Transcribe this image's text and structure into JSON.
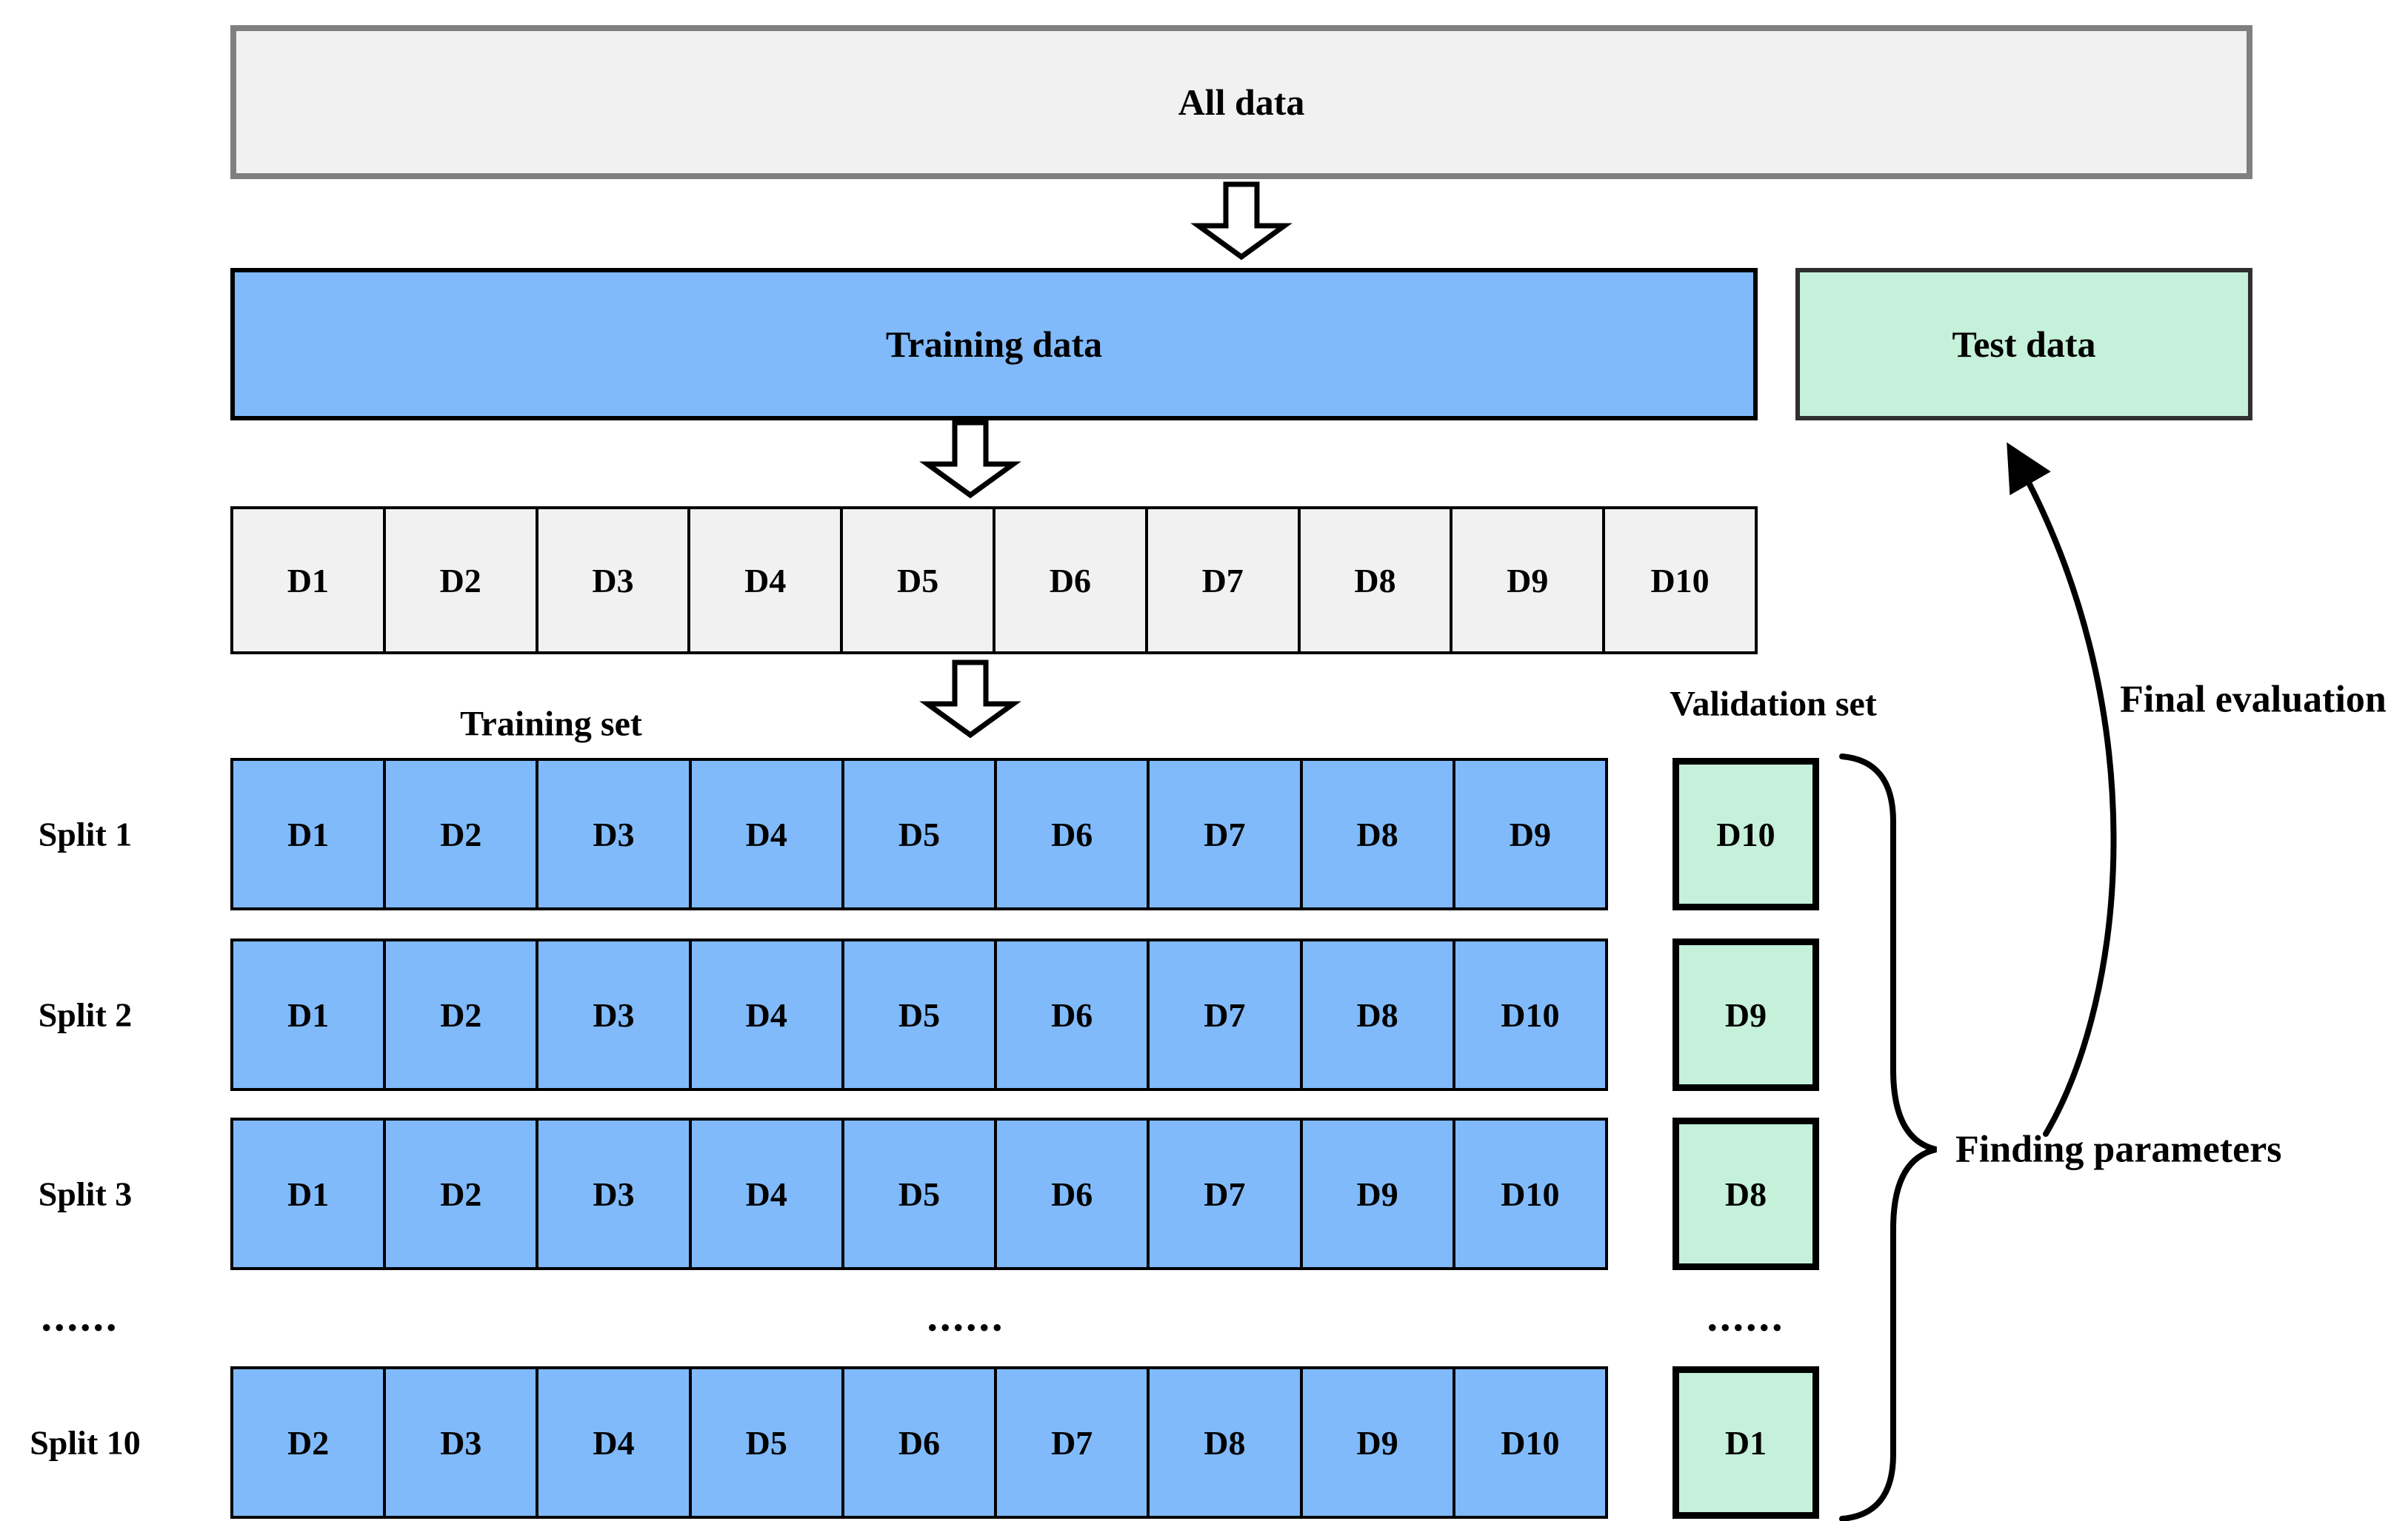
{
  "diagram": {
    "title_boxes": {
      "all_data": "All data",
      "training_data": "Training data",
      "test_data": "Test data"
    },
    "folds": [
      "D1",
      "D2",
      "D3",
      "D4",
      "D5",
      "D6",
      "D7",
      "D8",
      "D9",
      "D10"
    ],
    "section_labels": {
      "training_set": "Training set",
      "validation_set": "Validation set",
      "finding_parameters": "Finding parameters",
      "final_evaluation": "Final evaluation"
    },
    "splits": [
      {
        "label": "Split 1",
        "train": [
          "D1",
          "D2",
          "D3",
          "D4",
          "D5",
          "D6",
          "D7",
          "D8",
          "D9"
        ],
        "validation": "D10"
      },
      {
        "label": "Split 2",
        "train": [
          "D1",
          "D2",
          "D3",
          "D4",
          "D5",
          "D6",
          "D7",
          "D8",
          "D10"
        ],
        "validation": "D9"
      },
      {
        "label": "Split 3",
        "train": [
          "D1",
          "D2",
          "D3",
          "D4",
          "D5",
          "D6",
          "D7",
          "D9",
          "D10"
        ],
        "validation": "D8"
      },
      {
        "label": "Split 10",
        "train": [
          "D2",
          "D3",
          "D4",
          "D5",
          "D6",
          "D7",
          "D8",
          "D9",
          "D10"
        ],
        "validation": "D1"
      }
    ],
    "ellipsis": "......",
    "colors": {
      "training_blue": "#80BAFA",
      "validation_green": "#C5F0DA",
      "neutral_gray_fill": "#F1F1F1",
      "gray_border": "#7F7F7F",
      "line_black": "#000000"
    }
  }
}
